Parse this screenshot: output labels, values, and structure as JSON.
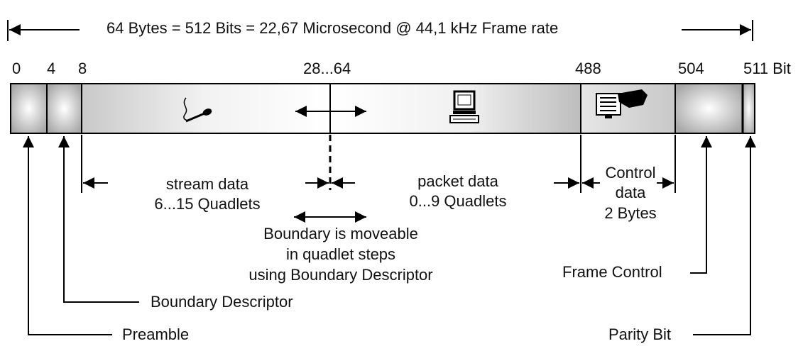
{
  "title": "64 Bytes = 512 Bits =  22,67 Microsecond @  44,1 kHz Frame rate",
  "bit_positions": [
    "0",
    "4",
    "8",
    "28...64",
    "488",
    "504",
    "511 Bit"
  ],
  "sections": {
    "stream": {
      "line1": "stream data",
      "line2": "6...15 Quadlets"
    },
    "packet": {
      "line1": "packet data",
      "line2": "0...9 Quadlets"
    },
    "control": {
      "line1": "Control",
      "line2": "data",
      "line3": "2 Bytes"
    }
  },
  "boundary_note": {
    "line1": "Boundary is moveable",
    "line2": "in quadlet steps",
    "line3": "using Boundary Descriptor"
  },
  "callouts": {
    "boundary_descriptor": "Boundary Descriptor",
    "preamble": "Preamble",
    "frame_control": "Frame Control",
    "parity_bit": "Parity Bit"
  },
  "icons": [
    "microphone-icon",
    "computer-icon",
    "hand-control-icon"
  ]
}
